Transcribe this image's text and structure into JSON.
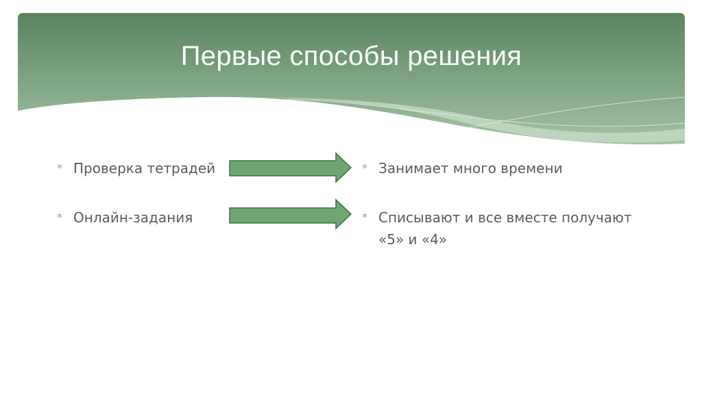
{
  "slide": {
    "title": "Первые способы решения",
    "left_items": [
      "Проверка тетрадей",
      "Онлайн-задания"
    ],
    "right_items": [
      "Занимает много времени",
      "Списывают и все вместе получают «5» и «4»"
    ],
    "right_item_2_lines": [
      "Списывают и все вместе получают",
      "«5» и «4»"
    ],
    "bullet_glyph": "*",
    "colors": {
      "header_top": "#58845e",
      "header_bottom": "#a4c3a5",
      "arrow_fill": "#6ea772",
      "arrow_stroke": "#3f6b45",
      "text": "#5b5b52"
    }
  }
}
